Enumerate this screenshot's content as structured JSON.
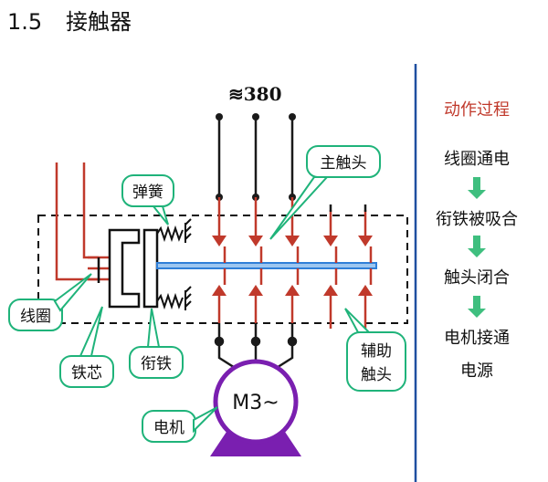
{
  "title": {
    "number": "1.5",
    "text": "接触器"
  },
  "voltage": "≋380",
  "labels": {
    "spring": "弹簧",
    "main_contact": "主触头",
    "coil": "线圈",
    "core": "铁芯",
    "armature": "衔铁",
    "aux_line1": "辅助",
    "aux_line2": "触头",
    "motor": "电机",
    "motor_text": "M3~"
  },
  "process": {
    "title": "动作过程",
    "steps": [
      "线圈通电",
      "衔铁被吸合",
      "触头闭合",
      "电机接通",
      "电源"
    ]
  },
  "colors": {
    "wire_dark": "#1a1a1a",
    "wire_red": "#c0392b",
    "contact_red": "#c0392b",
    "shaft_blue": "#2f7fd8",
    "callout_green": "#1fb37a",
    "arrow_green": "#3fbf7f",
    "motor_purple": "#7a1fb0",
    "divider_blue": "#1f4fa0"
  }
}
